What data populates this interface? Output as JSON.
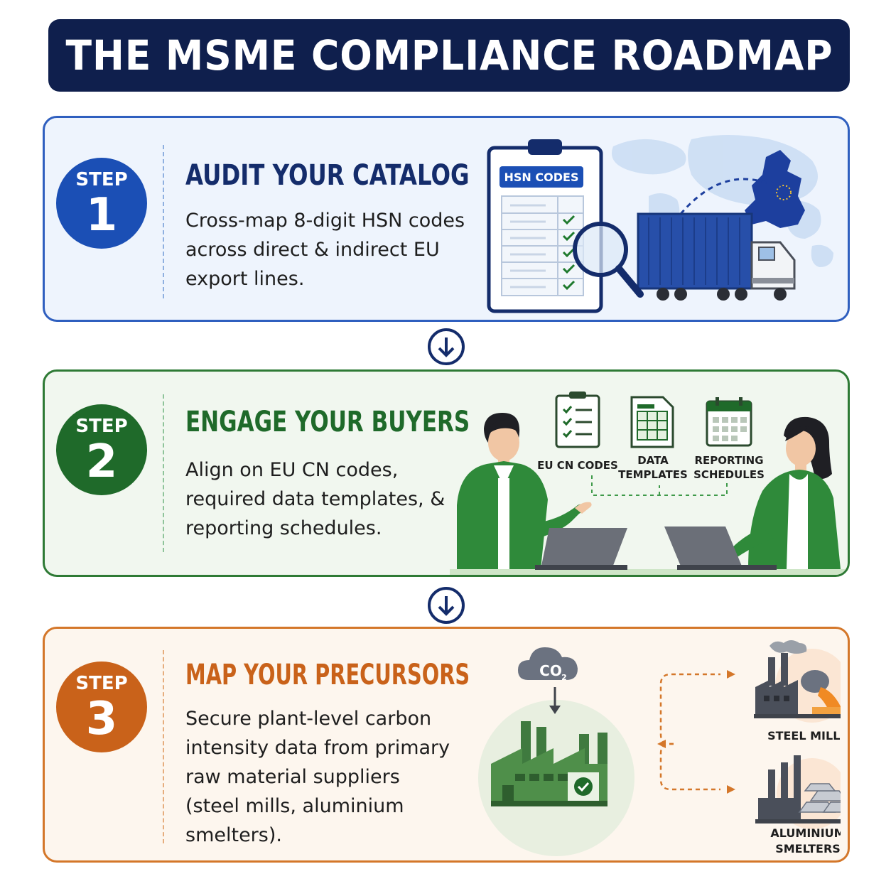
{
  "title": "THE MSME COMPLIANCE ROADMAP",
  "steps": [
    {
      "label": "STEP",
      "number": "1",
      "heading": "AUDIT YOUR CATALOG",
      "description": "Cross-map 8-digit HSN codes across direct & indirect EU export lines.",
      "clipboard_label": "HSN CODES"
    },
    {
      "label": "STEP",
      "number": "2",
      "heading": "ENGAGE YOUR BUYERS",
      "description": "Align on EU CN codes, required data templates, & reporting schedules.",
      "docs": [
        {
          "label_line1": "EU CN CODES",
          "label_line2": ""
        },
        {
          "label_line1": "DATA",
          "label_line2": "TEMPLATES"
        },
        {
          "label_line1": "REPORTING",
          "label_line2": "SCHEDULES"
        }
      ]
    },
    {
      "label": "STEP",
      "number": "3",
      "heading": "MAP YOUR PRECURSORS",
      "description": "Secure plant-level carbon intensity data from primary raw material suppliers (steel mills, aluminium smelters).",
      "cloud_label": "CO",
      "cloud_sub": "2",
      "supplier1_label": "STEEL MILLS",
      "supplier2_label_line1": "ALUMINIUM",
      "supplier2_label_line2": "SMELTERS"
    }
  ],
  "colors": {
    "navy": "#0f1f4d",
    "blue": "#1b4fb5",
    "green": "#1f6a2a",
    "orange": "#c9621a"
  }
}
